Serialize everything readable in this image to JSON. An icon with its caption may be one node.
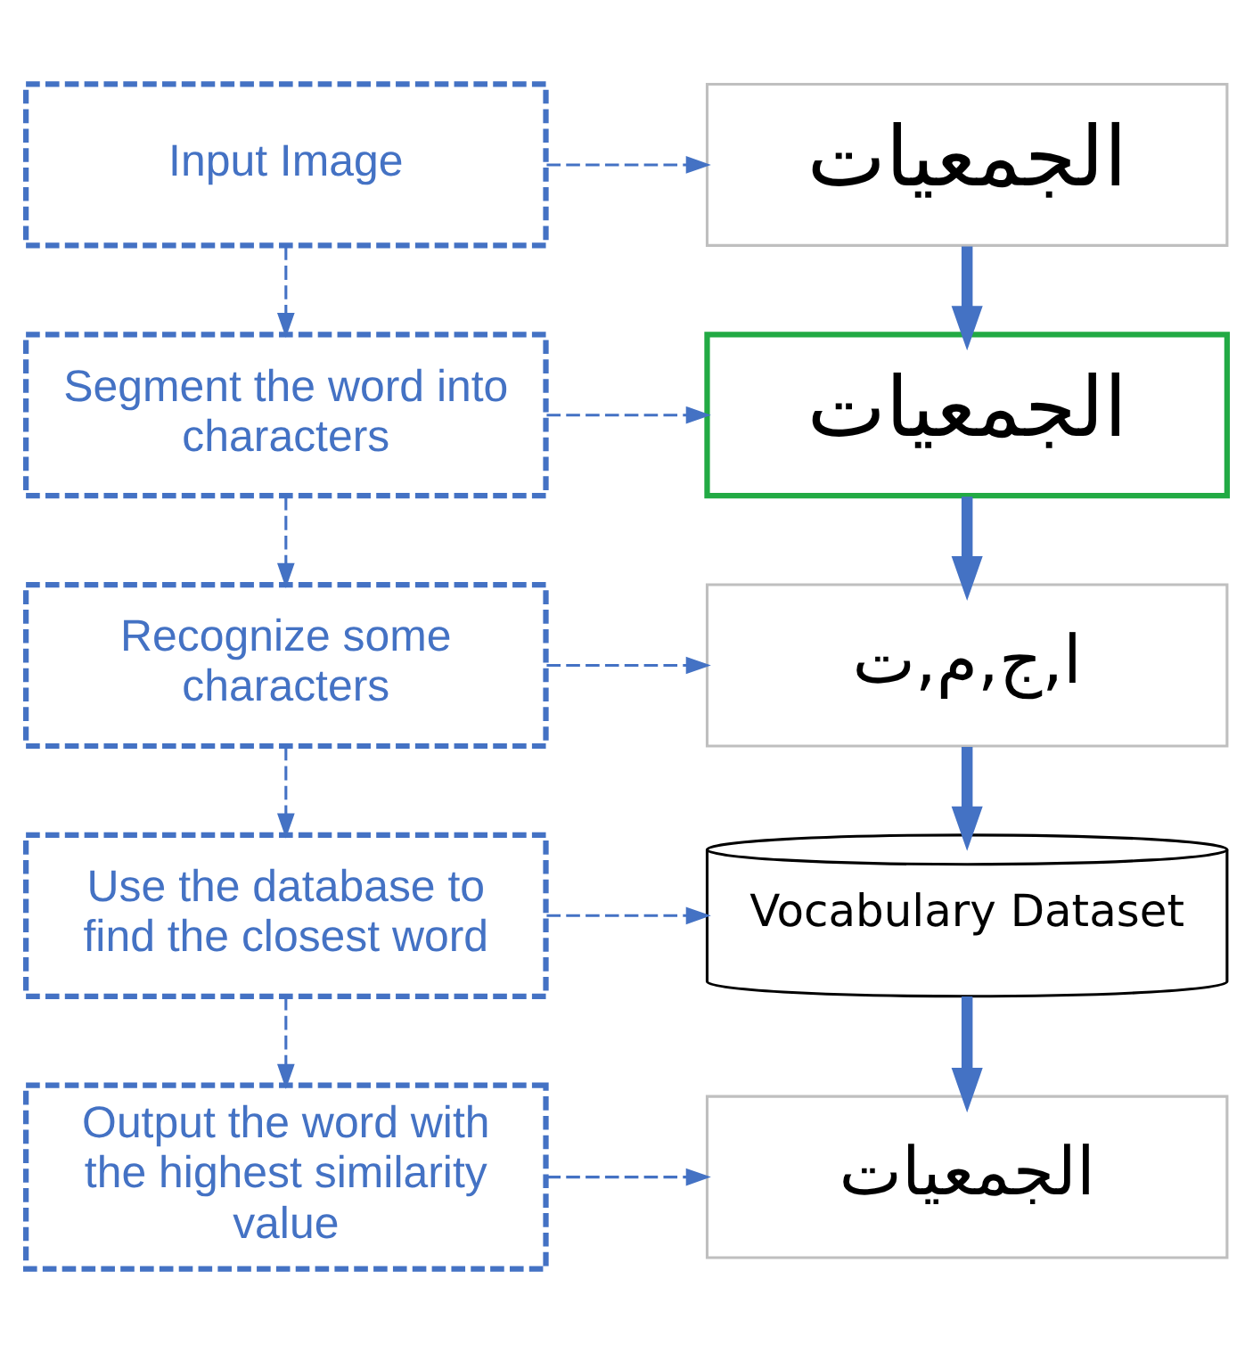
{
  "diagram": {
    "nodes": [
      {
        "text": [
          "الجمعيات"
        ]
      },
      {
        "text": [
          "الجمعيات"
        ]
      },
      {
        "text": [
          "ا,ج,م,ت"
        ]
      },
      {
        "text": [
          "Vocabulary Dataset"
        ]
      },
      {
        "text": [
          "الجمعيات"
        ]
      },
      {
        "text": [
          "Input Image"
        ]
      },
      {
        "text": [
          "Segment the word into characters"
        ]
      },
      {
        "text": [
          "Recognize some characters"
        ]
      },
      {
        "text": [
          "Use the database to find the closest word"
        ]
      },
      {
        "text": [
          "Output the word with the highest similarity value"
        ]
      }
    ],
    "edges": [
      {
        "from": 0,
        "to": 1,
        "arrow": "to",
        "style": "thick"
      },
      {
        "from": 1,
        "to": 2,
        "arrow": "to",
        "style": "thick"
      },
      {
        "from": 2,
        "to": 3,
        "arrow": "to",
        "style": "thick"
      },
      {
        "from": 3,
        "to": 4,
        "arrow": "to",
        "style": "thick"
      },
      {
        "from": 5,
        "to": 0,
        "arrow": "to",
        "style": "dashed"
      },
      {
        "from": 5,
        "to": 6,
        "arrow": "to",
        "style": "dashed"
      },
      {
        "from": 6,
        "to": 1,
        "arrow": "to",
        "style": "dashed"
      },
      {
        "from": 6,
        "to": 7,
        "arrow": "to",
        "style": "dashed"
      },
      {
        "from": 7,
        "to": 2,
        "arrow": "to",
        "style": "dashed"
      },
      {
        "from": 7,
        "to": 8,
        "arrow": "to",
        "style": "dashed"
      },
      {
        "from": 8,
        "to": 3,
        "arrow": "to",
        "style": "dashed"
      },
      {
        "from": 8,
        "to": 9,
        "arrow": "to",
        "style": "dashed"
      },
      {
        "from": 9,
        "to": 4,
        "arrow": "to",
        "style": "dashed"
      }
    ]
  }
}
